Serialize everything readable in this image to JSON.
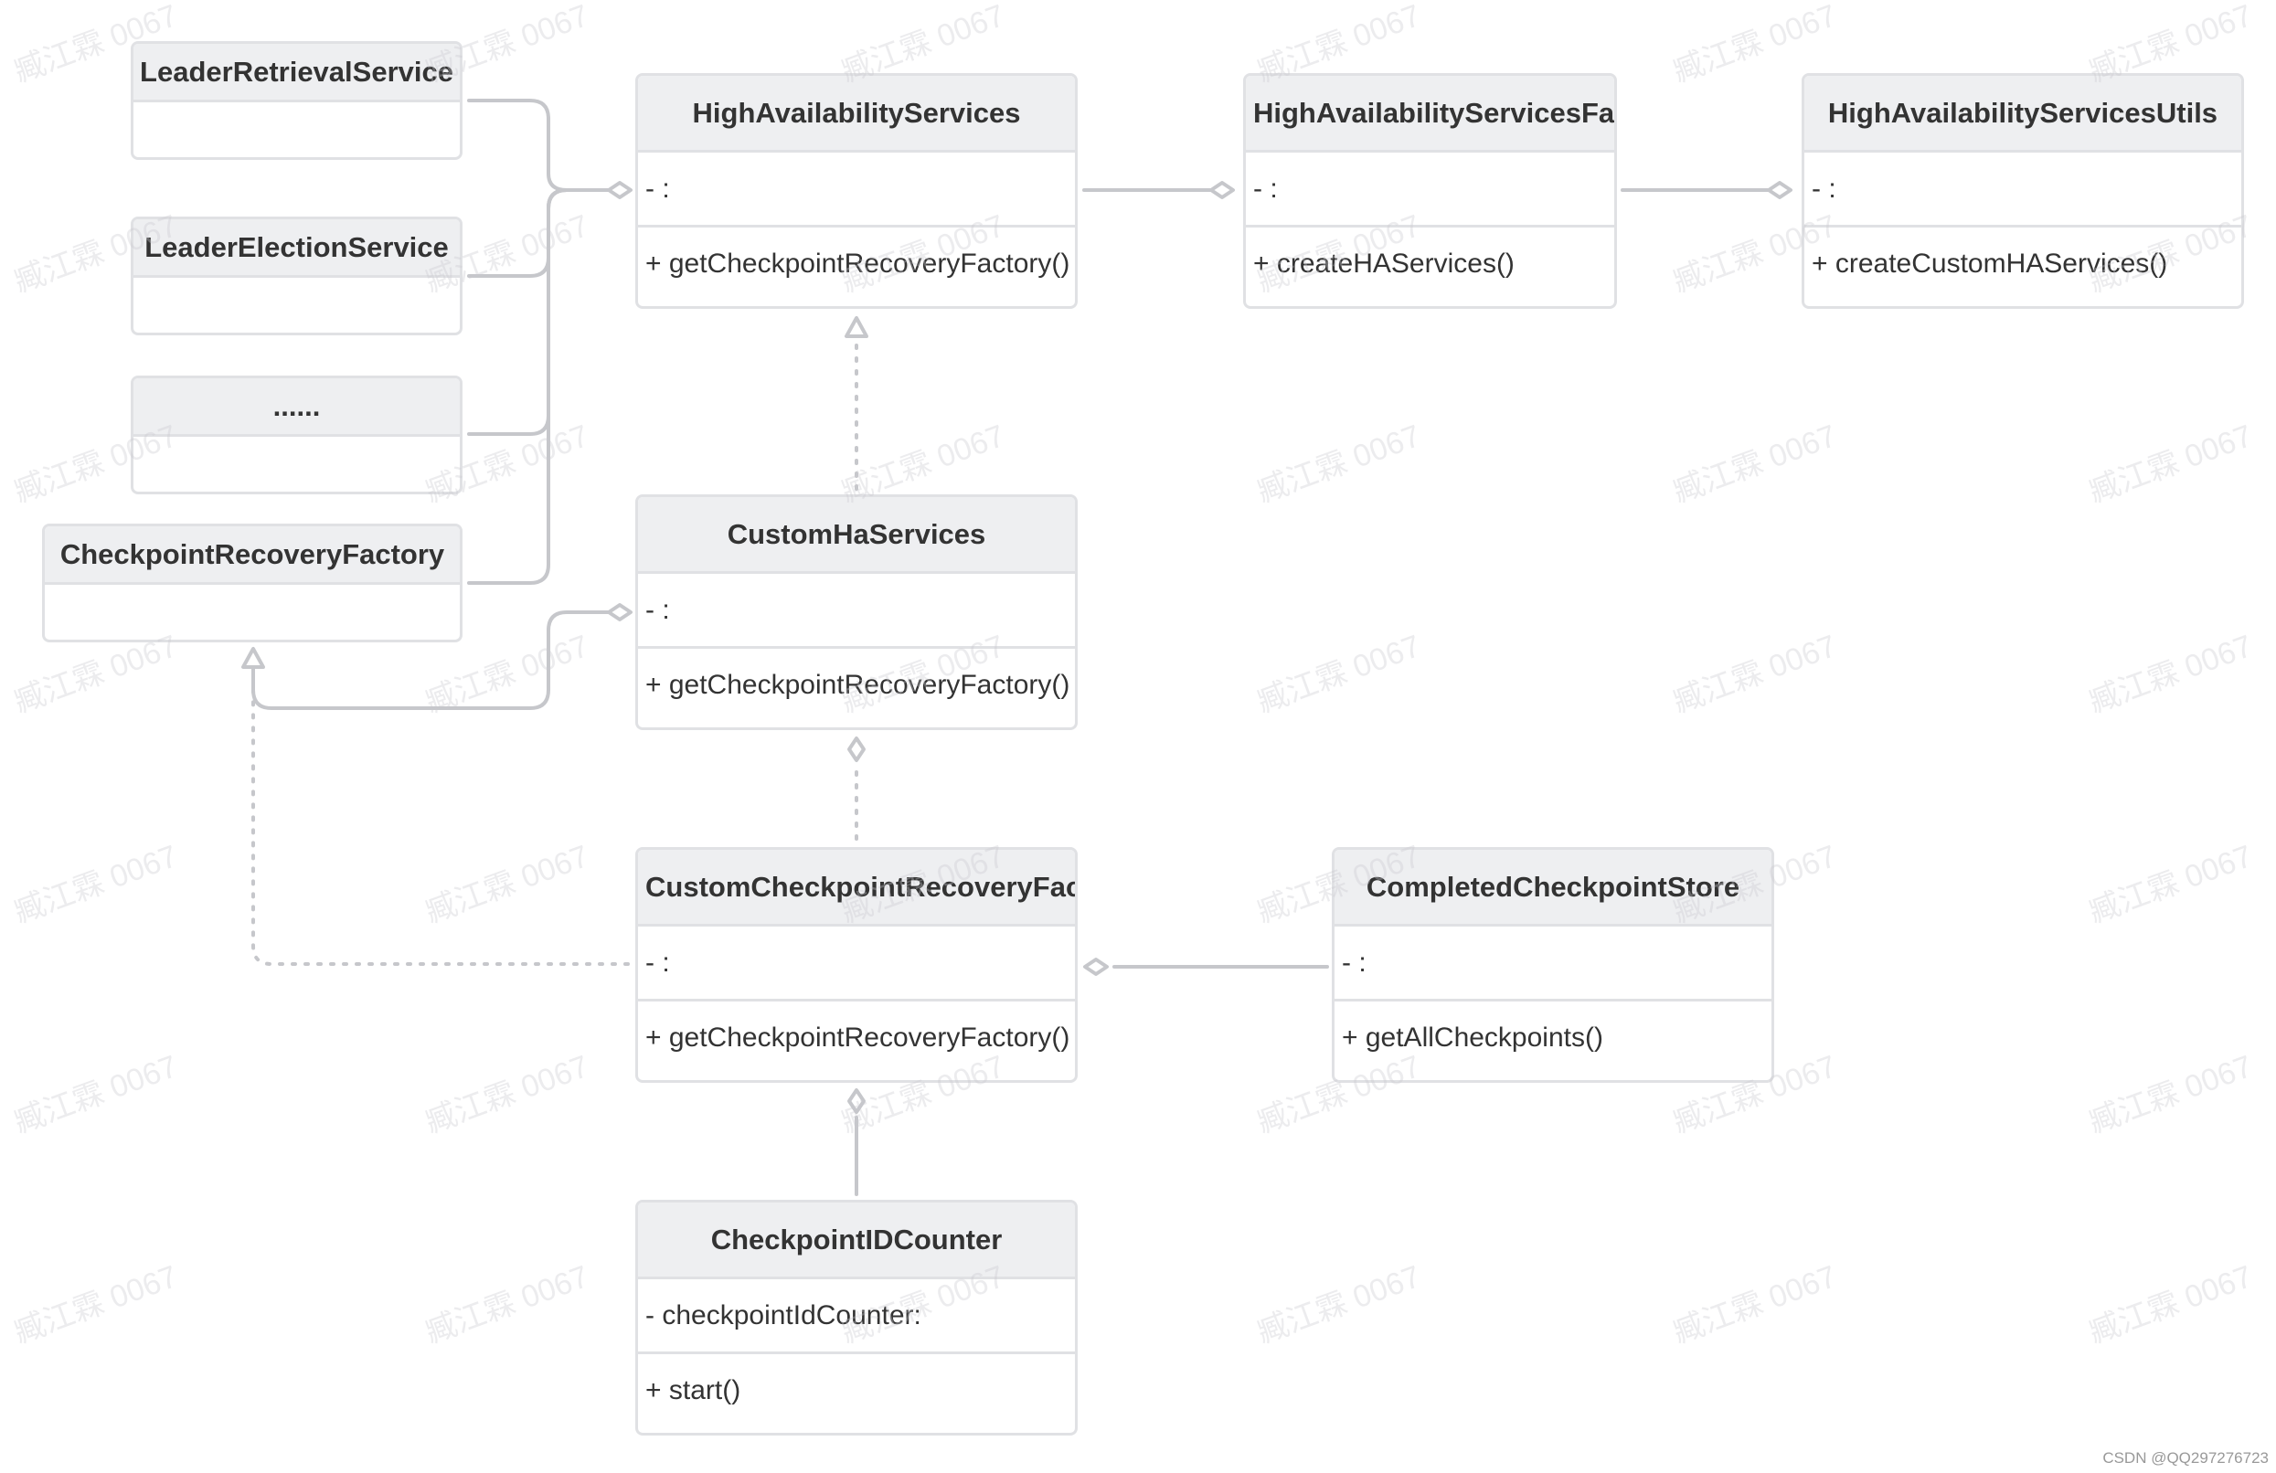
{
  "diagram": {
    "classes": {
      "leader_retrieval": {
        "name": "LeaderRetrievalService",
        "attrs": "",
        "methods": ""
      },
      "leader_election": {
        "name": "LeaderElectionService",
        "attrs": "",
        "methods": ""
      },
      "ellipsis": {
        "name": "......",
        "attrs": "",
        "methods": ""
      },
      "checkpoint_recovery_factory": {
        "name": "CheckpointRecoveryFactory",
        "attrs": "",
        "methods": ""
      },
      "ha_services": {
        "name": "HighAvailabilityServices",
        "attrs": "- :",
        "methods": "+ getCheckpointRecoveryFactory()"
      },
      "ha_services_factory": {
        "name": "HighAvailabilityServicesFact",
        "attrs": "- :",
        "methods": "+ createHAServices()"
      },
      "ha_services_utils": {
        "name": "HighAvailabilityServicesUtils",
        "attrs": "- :",
        "methods": "+ createCustomHAServices()"
      },
      "custom_ha_services": {
        "name": "CustomHaServices",
        "attrs": "- :",
        "methods": "+ getCheckpointRecoveryFactory()"
      },
      "custom_checkpoint_recovery_factory": {
        "name": "CustomCheckpointRecoveryFactc",
        "attrs": "- :",
        "methods": "+ getCheckpointRecoveryFactory()"
      },
      "completed_checkpoint_store": {
        "name": "CompletedCheckpointStore",
        "attrs": "- :",
        "methods": "+ getAllCheckpoints()"
      },
      "checkpoint_id_counter": {
        "name": "CheckpointIDCounter",
        "attrs": "- checkpointIdCounter:",
        "methods": "+ start()"
      }
    },
    "colors": {
      "border": "#e0e1e4",
      "header": "#eeeff1",
      "edge": "#c6c7cb",
      "text": "#333333"
    }
  },
  "watermark": "臧江霖 0067",
  "credit": "CSDN @QQ297276723"
}
